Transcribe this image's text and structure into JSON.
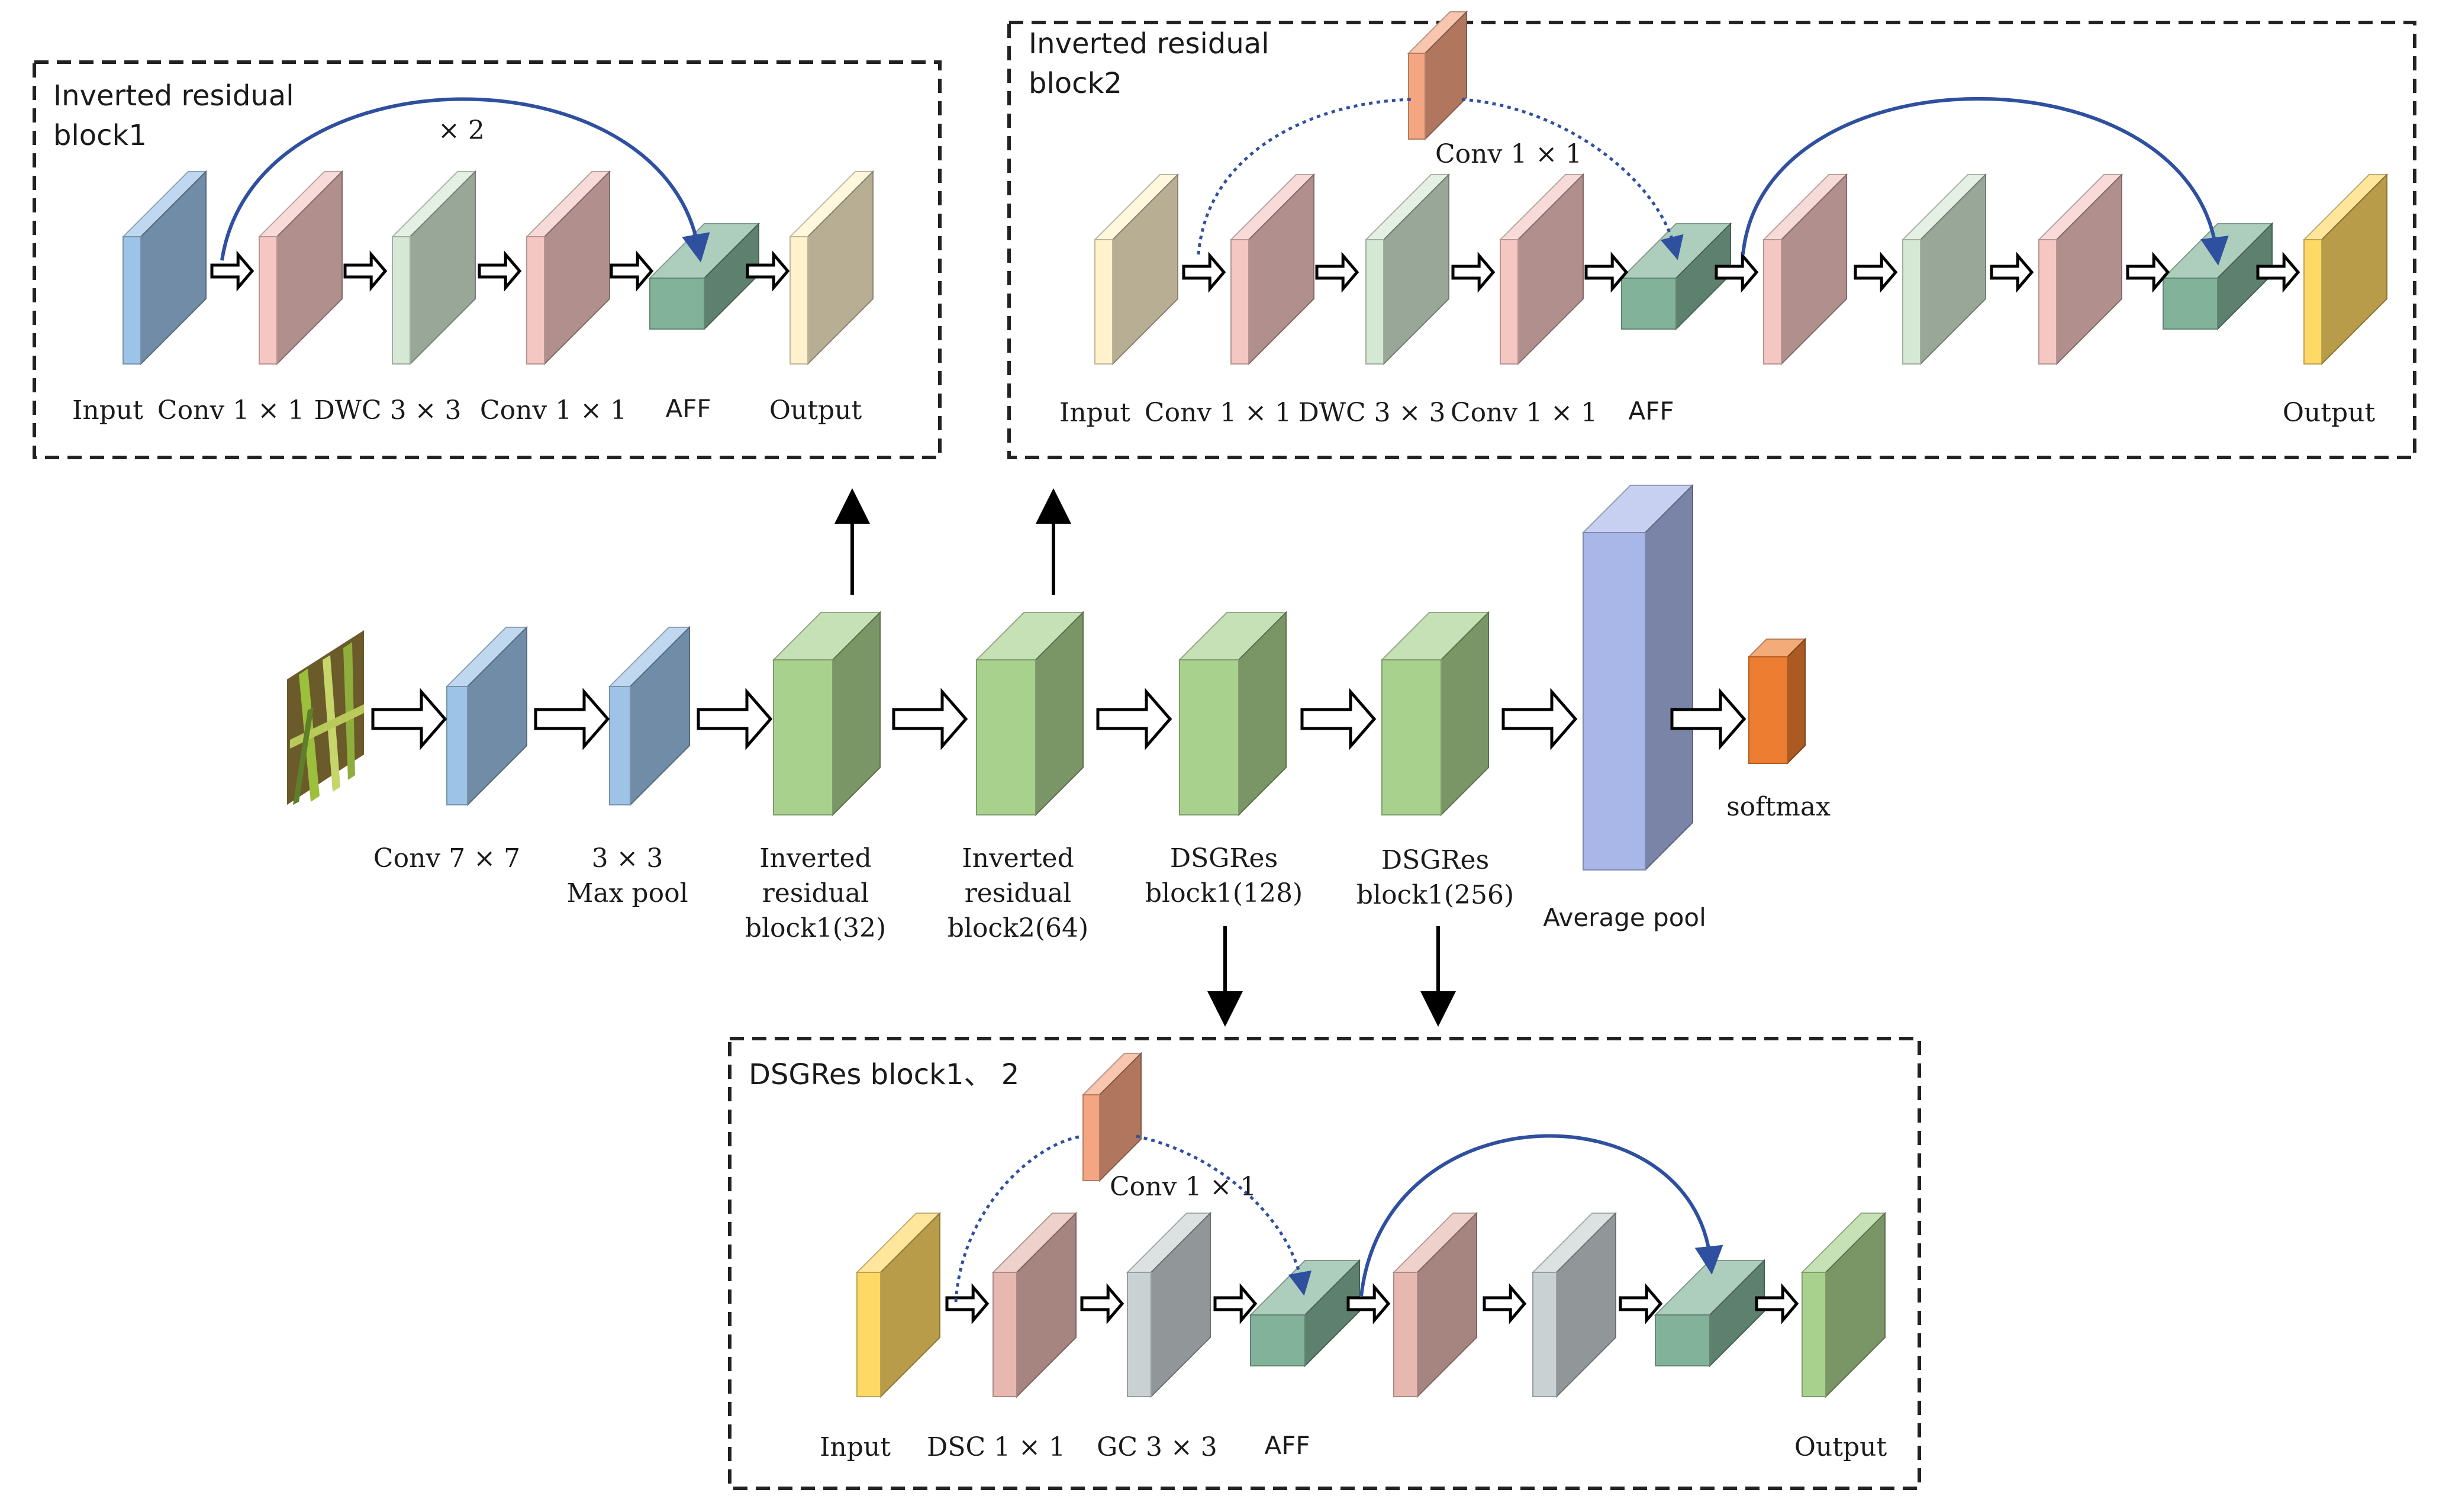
{
  "colors": {
    "blue": "#9dc3e6",
    "pink": "#f4c7c3",
    "lightgreen": "#d5e8d4",
    "teal": "#82b39a",
    "cream": "#fff2cc",
    "green": "#a9d18e",
    "orange": "#ed7d31",
    "salmon": "#f4a582",
    "periwinkle": "#a9b7e8",
    "gold": "#ffd966",
    "rose": "#e6b8b0",
    "gray": "#c9d1d3",
    "curve": "#2f4f9f"
  },
  "main": {
    "labels": {
      "conv7": "Conv 7 × 7",
      "maxpool": [
        "3 × 3",
        "Max pool"
      ],
      "irb1": [
        "Inverted",
        "residual",
        "block1(32)"
      ],
      "irb2": [
        "Inverted",
        "residual",
        "block2(64)"
      ],
      "dsg1": [
        "DSGRes",
        "block1(128)"
      ],
      "dsg2": [
        "DSGRes",
        "block1(256)"
      ],
      "avgpool": "Average pool",
      "softmax": "softmax"
    },
    "input_image_icon": "plant-leaf-photo"
  },
  "block1": {
    "title": [
      "Inverted residual",
      "block1"
    ],
    "repeat": "× 2",
    "labels": [
      "Input",
      "Conv 1 × 1",
      "DWC 3 × 3",
      "Conv 1 × 1",
      "AFF",
      "Output"
    ]
  },
  "block2": {
    "title": [
      "Inverted residual",
      "block2"
    ],
    "shortcut": "Conv 1 × 1",
    "labels": [
      "Input",
      "Conv 1 × 1",
      "DWC 3 × 3",
      "Conv 1 × 1",
      "AFF",
      "Output"
    ]
  },
  "block3": {
    "title": "DSGRes block1、 2",
    "shortcut": "Conv 1 × 1",
    "labels": [
      "Input",
      "DSC 1 × 1",
      "GC 3 × 3",
      "AFF",
      "Output"
    ]
  }
}
